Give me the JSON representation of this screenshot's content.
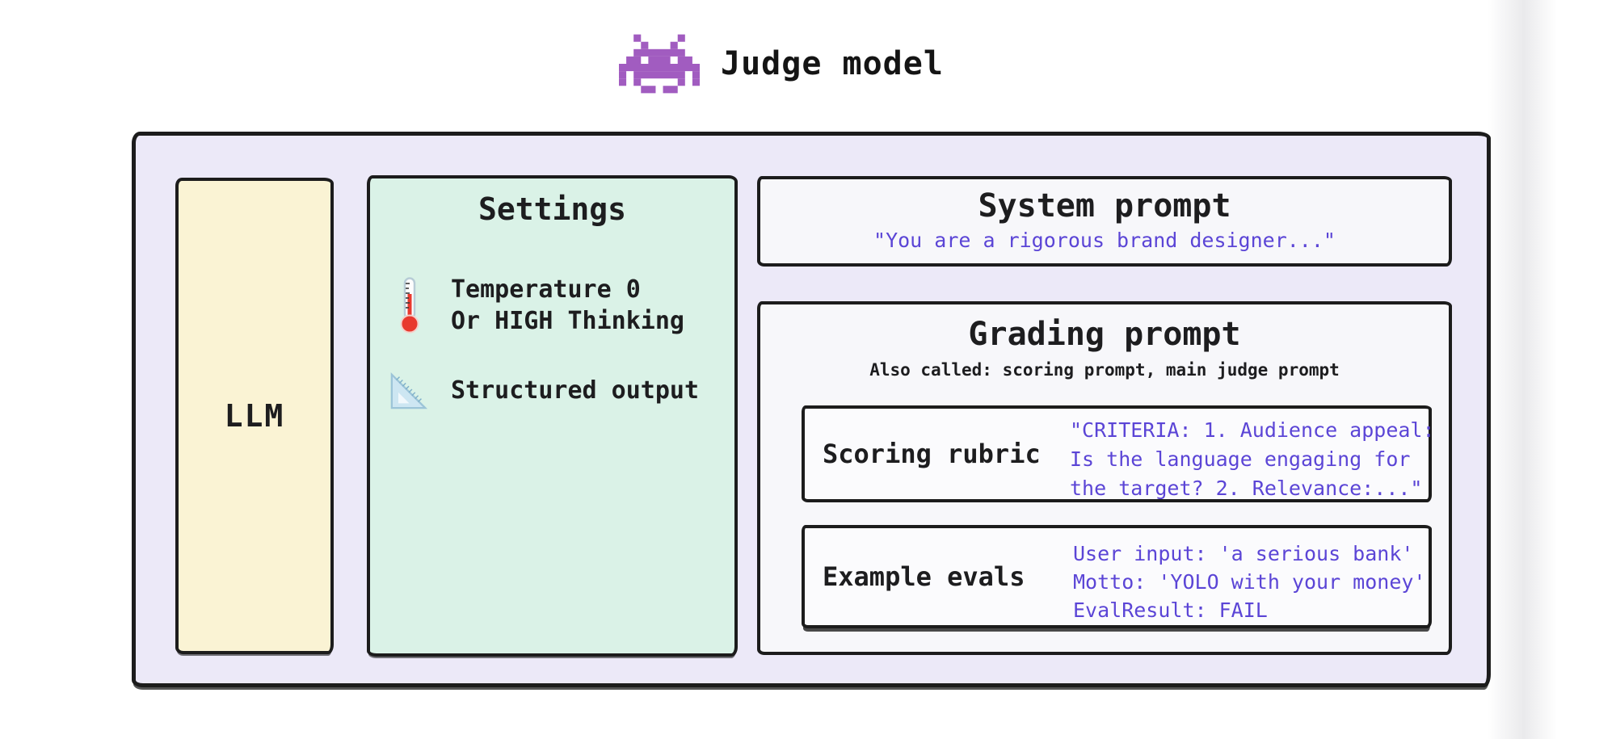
{
  "colors": {
    "canvas_bg": "#ffffff",
    "outer_bg": "#ECE9F8",
    "llm_bg": "#FAF3D4",
    "settings_bg": "#DAF2E7",
    "panel_bg": "#F7F7FA",
    "inner_bg": "#FBFBFD",
    "border": "#1C1C1C",
    "text": "#1D1D1F",
    "purple_text": "#5B45D6",
    "invader_purple": "#A15CC0"
  },
  "header": {
    "icon": "space-invader-icon",
    "title": "Judge model"
  },
  "llm": {
    "label": "LLM"
  },
  "settings": {
    "title": "Settings",
    "items": [
      {
        "icon": "thermometer-icon",
        "lines": [
          "Temperature 0",
          "Or HIGH Thinking"
        ]
      },
      {
        "icon": "triangle-ruler-icon",
        "lines": [
          "Structured output"
        ]
      }
    ]
  },
  "system_prompt": {
    "title": "System prompt",
    "quote": "\"You are a rigorous brand designer...\""
  },
  "grading_prompt": {
    "title": "Grading prompt",
    "subtitle": "Also called: scoring prompt, main judge prompt",
    "scoring_rubric": {
      "label": "Scoring rubric",
      "lines": [
        "\"CRITERIA: 1. Audience appeal:",
        "Is the language engaging for",
        "the target? 2. Relevance:...\""
      ]
    },
    "example_evals": {
      "label": "Example evals",
      "lines": [
        "User input: 'a serious bank'",
        "Motto: 'YOLO with your money'",
        "EvalResult: FAIL"
      ]
    }
  }
}
